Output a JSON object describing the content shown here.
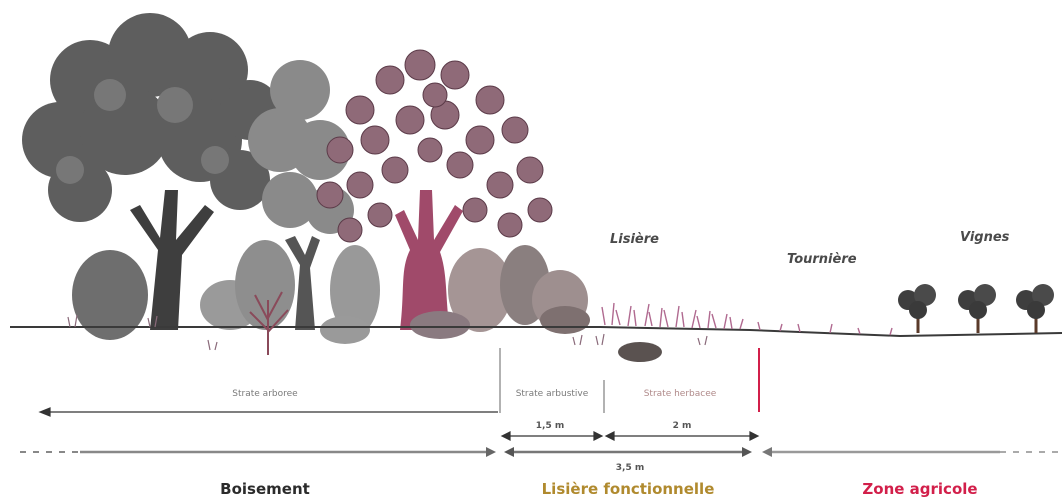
{
  "labels": {
    "lisiere": "Lisière",
    "tourniere": "Tournière",
    "vignes": "Vignes"
  },
  "strata": {
    "arboree": "Strate arboree",
    "arbustive": "Strate arbustive",
    "herbacee": "Strate herbacee"
  },
  "measures": {
    "arbustive_width": "1,5 m",
    "herbacee_width": "2 m",
    "total_width": "3,5 m"
  },
  "zones": {
    "boisement": "Boisement",
    "lisiere_fonctionnelle": "Lisière fonctionnelle",
    "zone_agricole": "Zone agricole"
  },
  "colors": {
    "boisement": "#2b2b2b",
    "lisiere_fonctionnelle": "#b08a2e",
    "zone_agricole": "#d21f4a",
    "tree_dark": "#5a5a5a",
    "tree_mid": "#7d7d7d",
    "tree_flower": "#8a5a6a",
    "shrub": "#a59595",
    "herb": "#c49ab0"
  }
}
